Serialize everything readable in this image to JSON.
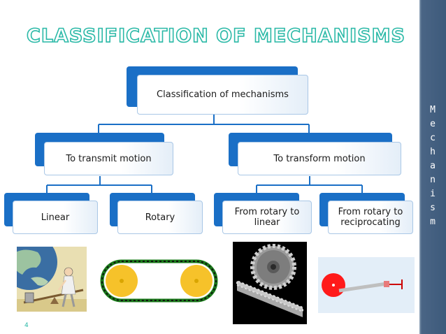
{
  "slide": {
    "title": "CLASSIFICATION OF MECHANISMS",
    "page_number": "4",
    "sidebar_letters": [
      "M",
      "e",
      "c",
      "h",
      "a",
      "n",
      "i",
      "s",
      "m"
    ]
  },
  "diagram": {
    "root": "Classification of mechanisms",
    "level1": [
      "To transmit motion",
      "To transform motion"
    ],
    "level2": [
      "Linear",
      "Rotary",
      "From rotary to linear",
      "From rotary to reciprocating"
    ]
  },
  "colors": {
    "accent": "#2bb9a7",
    "box_back": "#1a6fc6",
    "sidebar": "#3d5a7b"
  }
}
